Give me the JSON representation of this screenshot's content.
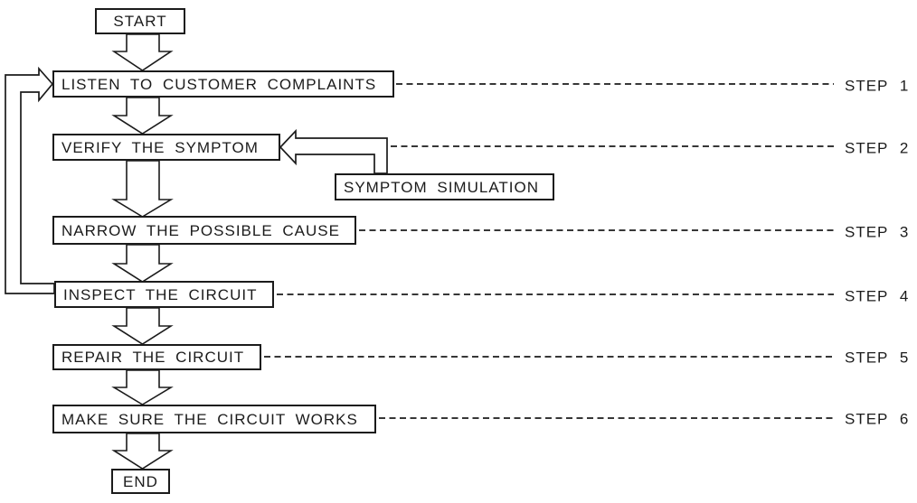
{
  "diagram": {
    "nodes": {
      "start": {
        "label": "START"
      },
      "listen": {
        "label": "LISTEN TO CUSTOMER COMPLAINTS"
      },
      "verify": {
        "label": "VERIFY THE SYMPTOM"
      },
      "symptom_simulation": {
        "label": "SYMPTOM SIMULATION"
      },
      "narrow": {
        "label": "NARROW THE POSSIBLE CAUSE"
      },
      "inspect": {
        "label": "INSPECT THE CIRCUIT"
      },
      "repair": {
        "label": "REPAIR THE CIRCUIT"
      },
      "make_sure": {
        "label": "MAKE SURE THE CIRCUIT WORKS"
      },
      "end": {
        "label": "END"
      }
    },
    "step_labels": [
      "STEP 1",
      "STEP 2",
      "STEP 3",
      "STEP 4",
      "STEP 5",
      "STEP 6"
    ],
    "flow": [
      "START -> LISTEN TO CUSTOMER COMPLAINTS",
      "LISTEN TO CUSTOMER COMPLAINTS -> VERIFY THE SYMPTOM",
      "SYMPTOM SIMULATION -> VERIFY THE SYMPTOM",
      "VERIFY THE SYMPTOM -> NARROW THE POSSIBLE CAUSE",
      "NARROW THE POSSIBLE CAUSE -> INSPECT THE CIRCUIT",
      "INSPECT THE CIRCUIT -> LISTEN TO CUSTOMER COMPLAINTS (feedback loop)",
      "INSPECT THE CIRCUIT -> REPAIR THE CIRCUIT",
      "REPAIR THE CIRCUIT -> MAKE SURE THE CIRCUIT WORKS",
      "MAKE SURE THE CIRCUIT WORKS -> END"
    ],
    "colors": {
      "line": "#1b1b1b",
      "box_fill": "#ffffff",
      "background": "#ffffff"
    }
  }
}
